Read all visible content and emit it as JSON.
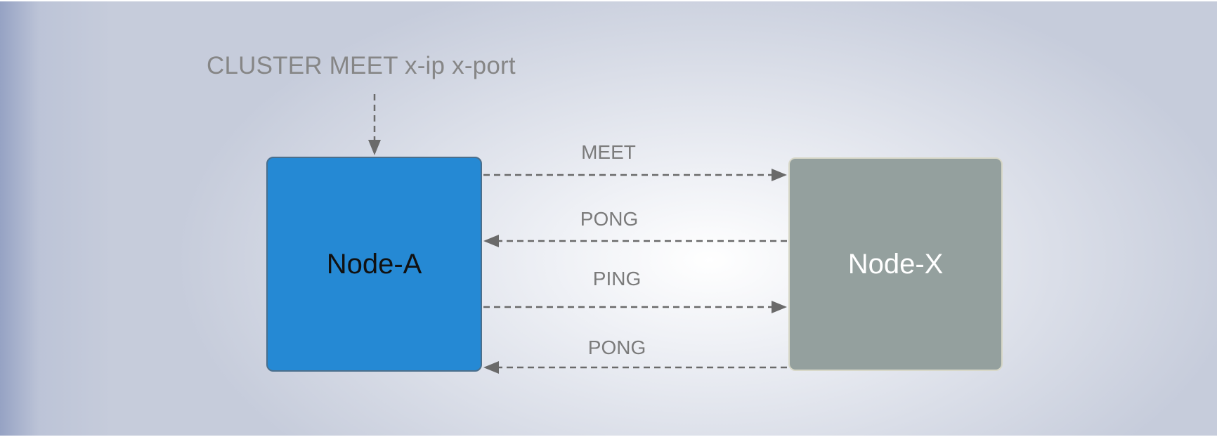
{
  "diagram": {
    "command": "CLUSTER MEET x-ip x-port",
    "nodes": {
      "a": {
        "label": "Node-A",
        "color": "#2589d4"
      },
      "x": {
        "label": "Node-X",
        "color": "#94a09e"
      }
    },
    "messages": [
      {
        "label": "MEET",
        "from": "Node-A",
        "to": "Node-X"
      },
      {
        "label": "PONG",
        "from": "Node-X",
        "to": "Node-A"
      },
      {
        "label": "PING",
        "from": "Node-A",
        "to": "Node-X"
      },
      {
        "label": "PONG",
        "from": "Node-X",
        "to": "Node-A"
      }
    ],
    "arrow_style": "dashed",
    "arrow_color": "#6a6a6a"
  }
}
